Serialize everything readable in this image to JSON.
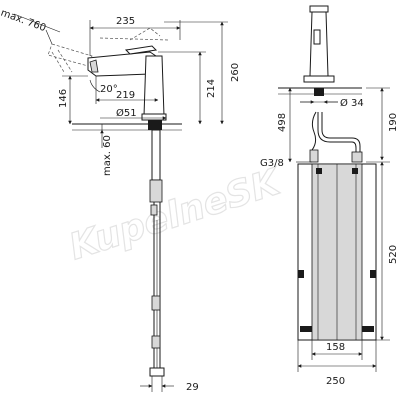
{
  "watermark": "KupelneSK",
  "left_view": {
    "dims": {
      "max_reach": "max. 760",
      "spout_length": "235",
      "height_total": "260",
      "height_spout": "214",
      "height_low": "146",
      "angle": "20°",
      "reach": "219",
      "base_diameter": "Ø51",
      "max_thickness": "max. 60",
      "hose_width": "29"
    }
  },
  "right_view": {
    "dims": {
      "base_diameter": "Ø 34",
      "height_498": "498",
      "thread": "G3/8",
      "height_190": "190",
      "height_520": "520",
      "width_158": "158",
      "width_250": "250"
    }
  }
}
